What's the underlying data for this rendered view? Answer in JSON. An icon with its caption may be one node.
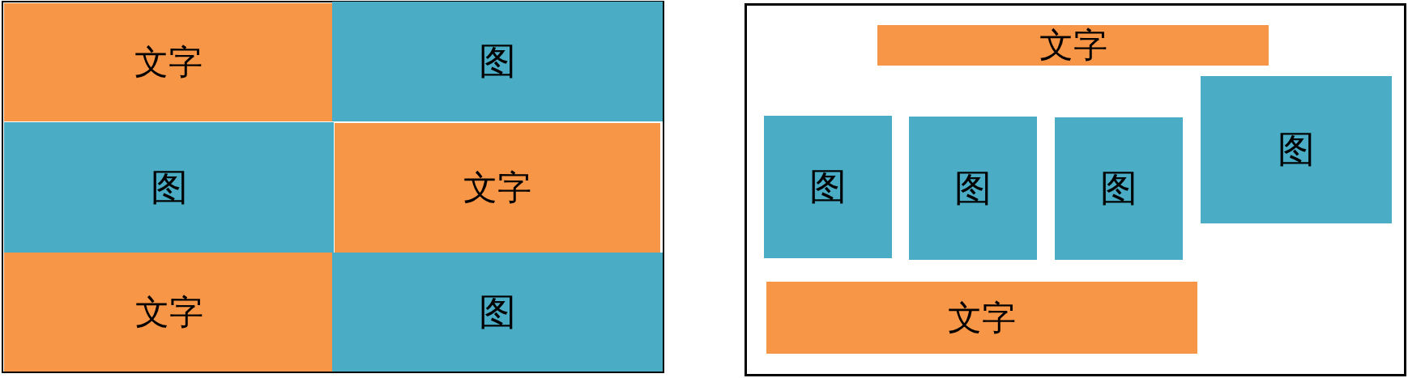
{
  "diagram": {
    "nodes": [
      {
        "text": [],
        "shape": "box"
      },
      {
        "text": [
          "文字"
        ],
        "in": 0
      },
      {
        "text": [
          "图"
        ],
        "in": 0
      },
      {
        "text": [
          "图"
        ],
        "in": 0
      },
      {
        "text": [
          "文字"
        ],
        "in": 0
      },
      {
        "text": [
          "文字"
        ],
        "in": 0
      },
      {
        "text": [
          "图"
        ],
        "in": 0
      },
      {
        "text": [],
        "shape": "box"
      },
      {
        "text": [
          "文字"
        ],
        "in": 7
      },
      {
        "text": [
          "图"
        ],
        "in": 7
      },
      {
        "text": [
          "图"
        ],
        "in": 7
      },
      {
        "text": [
          "图"
        ],
        "in": 7
      },
      {
        "text": [
          "图"
        ],
        "in": 7
      },
      {
        "text": [
          "文字"
        ],
        "in": 7
      }
    ]
  }
}
